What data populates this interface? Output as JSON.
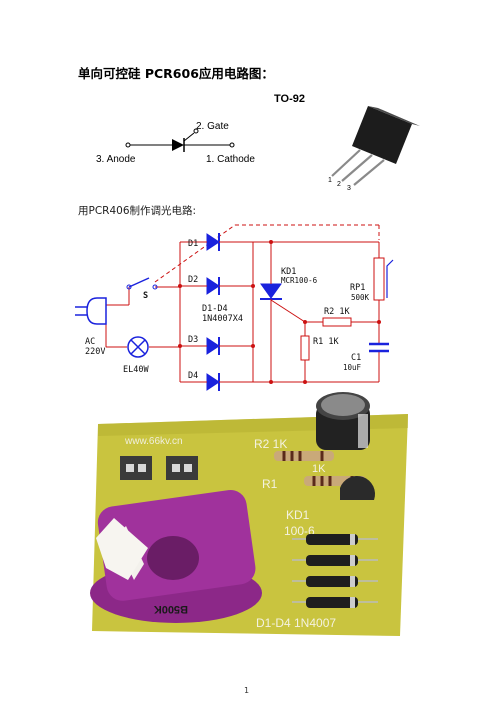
{
  "heading": "单向可控硅 PCR606应用电路图：",
  "symbol": {
    "package": "TO-92",
    "gate": "2. Gate",
    "anode": "3. Anode",
    "cathode": "1. Cathode",
    "pins": [
      "1",
      "2",
      "3"
    ]
  },
  "caption": "用PCR406制作调光电路:",
  "circuit": {
    "d1": "D1",
    "d2": "D2",
    "d3": "D3",
    "d4": "D4",
    "diode_part": "D1-D4",
    "diode_value": "1N4007X4",
    "switch": "S",
    "scr": "KD1",
    "scr_part": "MCR100-6",
    "pot": "RP1",
    "pot_value": "500K",
    "r2": "R2 1K",
    "r1": "R1 1K",
    "cap": "C1",
    "cap_value": "10uF",
    "ac": "AC",
    "voltage": "220V",
    "lamp": "EL40W"
  },
  "board": {
    "site": "www.66kv.cn",
    "r2": "R2  1K",
    "r1": "R1",
    "r1_value": "1K",
    "kd1": "KD1",
    "kd1_value": "100-6",
    "knob": "B500K",
    "diodes": "D1-D4   1N4007"
  },
  "page_number": "1",
  "colors": {
    "diode_blue": "#1a22dd",
    "wire_red": "#cc1111",
    "board_green": "#c8c83a",
    "knob_purple": "#9a2d96"
  }
}
